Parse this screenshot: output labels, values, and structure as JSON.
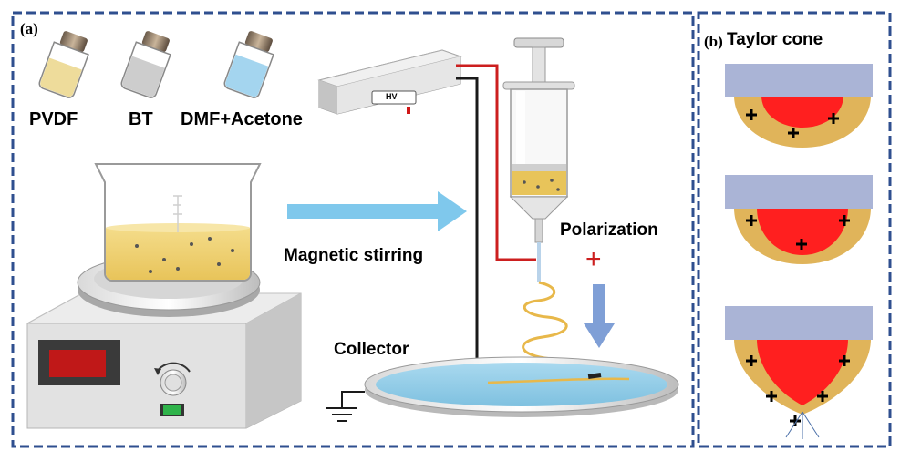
{
  "panel_a": {
    "tag": "(a)",
    "vials": [
      "PVDF",
      "BT",
      "DMF+Acetone"
    ],
    "hv_label": "HV",
    "magnetic_stirring": "Magnetic stirring",
    "polarization": "Polarization",
    "plus_sign": "+",
    "collector": "Collector"
  },
  "panel_b": {
    "tag": "(b)",
    "title": "Taylor cone"
  },
  "colors": {
    "frame": "#2f4f8f",
    "wire_red": "#cc1f1f",
    "arrow_blue": "#7fc8ec",
    "arrow_down": "#7f9fd6",
    "cone_red": "#ff1f1f",
    "cone_gold": "#e0b45a",
    "plate": "#aab4d6",
    "fiber": "#e8b84a"
  },
  "icons": [
    "vial-icon",
    "beaker-icon",
    "hotplate-stirrer-icon",
    "syringe-icon",
    "hv-supply-icon",
    "collector-dish-icon",
    "ground-icon",
    "taylor-cone-icon"
  ]
}
